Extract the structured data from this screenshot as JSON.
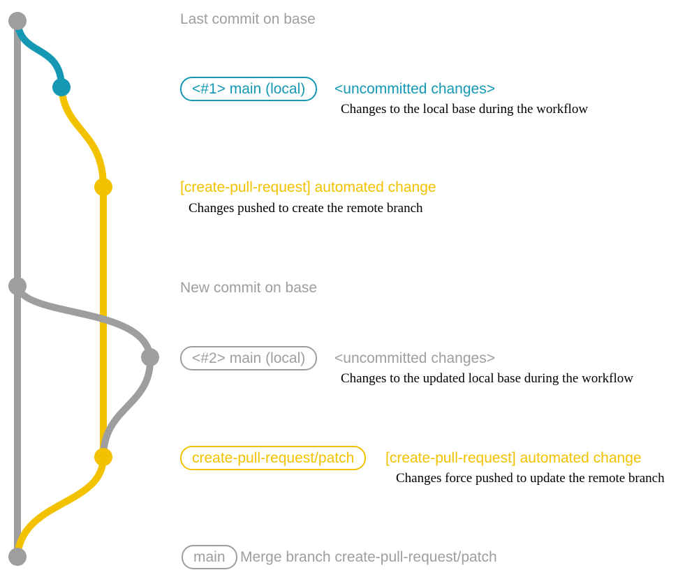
{
  "colors": {
    "base_gray": "#9e9e9e",
    "main_local_teal": "#1598b4",
    "patch_yellow": "#f2c200",
    "note_black": "#000000",
    "background": "#ffffff"
  },
  "rows": {
    "last_commit": {
      "label": "Last commit on base"
    },
    "main_local_1": {
      "badge": "<#1> main (local)",
      "status": "<uncommitted changes>",
      "note": "Changes to the local base during the workflow"
    },
    "patch_create": {
      "label": "[create-pull-request] automated change",
      "note": "Changes pushed to create the remote branch"
    },
    "new_commit": {
      "label": "New commit on base"
    },
    "main_local_2": {
      "badge": "<#2> main (local)",
      "status": "<uncommitted changes>",
      "note": "Changes to the updated local base during the workflow"
    },
    "patch_update": {
      "badge": "create-pull-request/patch",
      "label": "[create-pull-request] automated change",
      "note": "Changes force pushed to update the remote branch"
    },
    "merge": {
      "badge": "main",
      "label": "Merge branch create-pull-request/patch"
    }
  },
  "graph": {
    "commits": [
      {
        "id": "last-commit-on-base",
        "branch": "base",
        "color": "#9e9e9e"
      },
      {
        "id": "main-local-1",
        "branch": "main (local)",
        "color": "#1598b4"
      },
      {
        "id": "patch-commit-1",
        "branch": "create-pull-request/patch",
        "color": "#f2c200"
      },
      {
        "id": "new-commit-on-base",
        "branch": "base",
        "color": "#9e9e9e"
      },
      {
        "id": "main-local-2",
        "branch": "main (local)",
        "color": "#9e9e9e"
      },
      {
        "id": "patch-commit-2",
        "branch": "create-pull-request/patch",
        "color": "#f2c200"
      },
      {
        "id": "merge-commit",
        "branch": "base",
        "color": "#9e9e9e"
      }
    ]
  }
}
